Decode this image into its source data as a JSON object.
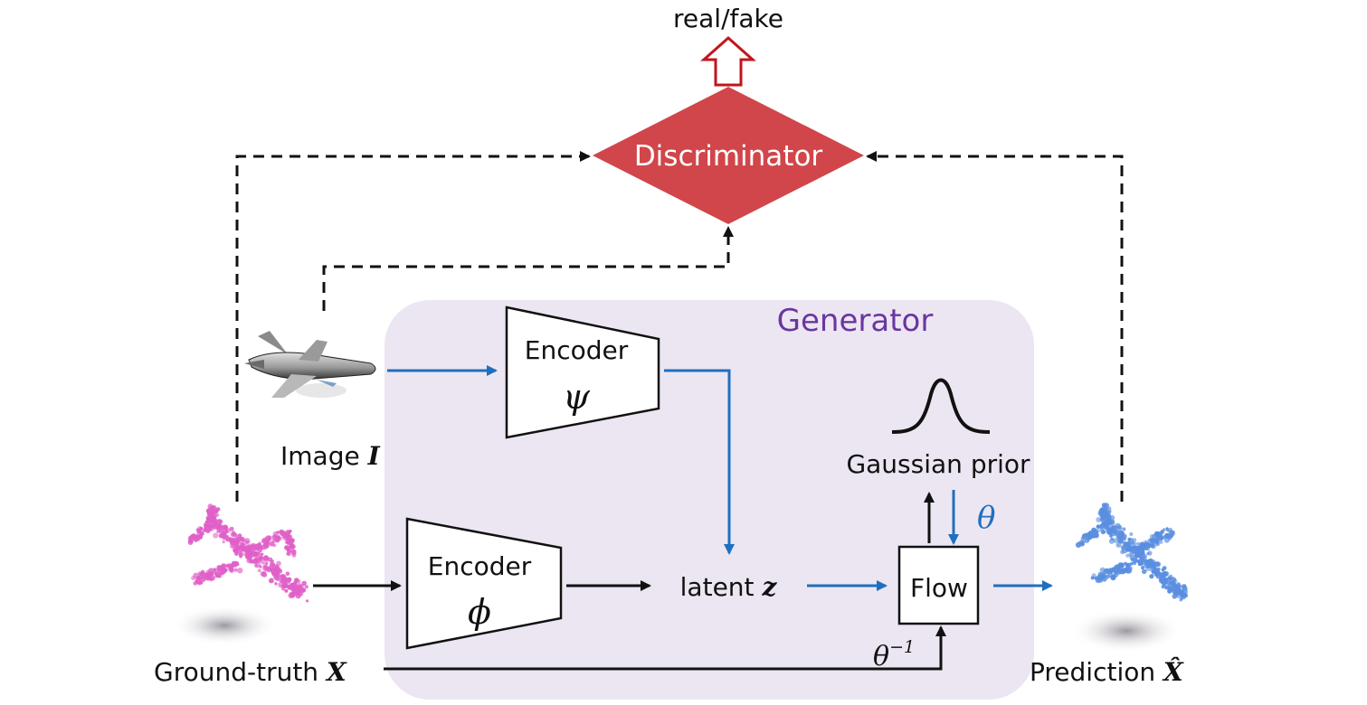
{
  "colors": {
    "generator_bg": "#ece6f2",
    "generator_text": "#6a36a0",
    "discriminator_fill": "#d0464a",
    "blue_arrow": "#1f6fbf",
    "black_arrow": "#111111",
    "output_arrow": "#c0161c",
    "gt_cloud": "#e060c8",
    "pred_cloud": "#5a8ee0"
  },
  "labels": {
    "real_fake": "real/fake",
    "discriminator": "Discriminator",
    "generator": "Generator",
    "encoder_top": "Encoder",
    "psi": "ψ",
    "encoder_bottom": "Encoder",
    "phi": "ϕ",
    "image_text": "Image ",
    "image_var": "I",
    "gaussian": "Gaussian prior",
    "theta": "θ",
    "theta_inv_base": "θ",
    "theta_inv_sup": "−1",
    "flow": "Flow",
    "latent_text": "latent ",
    "latent_var": "z",
    "gt_text": "Ground-truth ",
    "gt_var": "X",
    "pred_text": "Prediction ",
    "pred_var": "X̂"
  },
  "icons": [
    "airplane-image-icon",
    "ground-truth-point-cloud-icon",
    "prediction-point-cloud-icon",
    "gaussian-curve-icon"
  ]
}
